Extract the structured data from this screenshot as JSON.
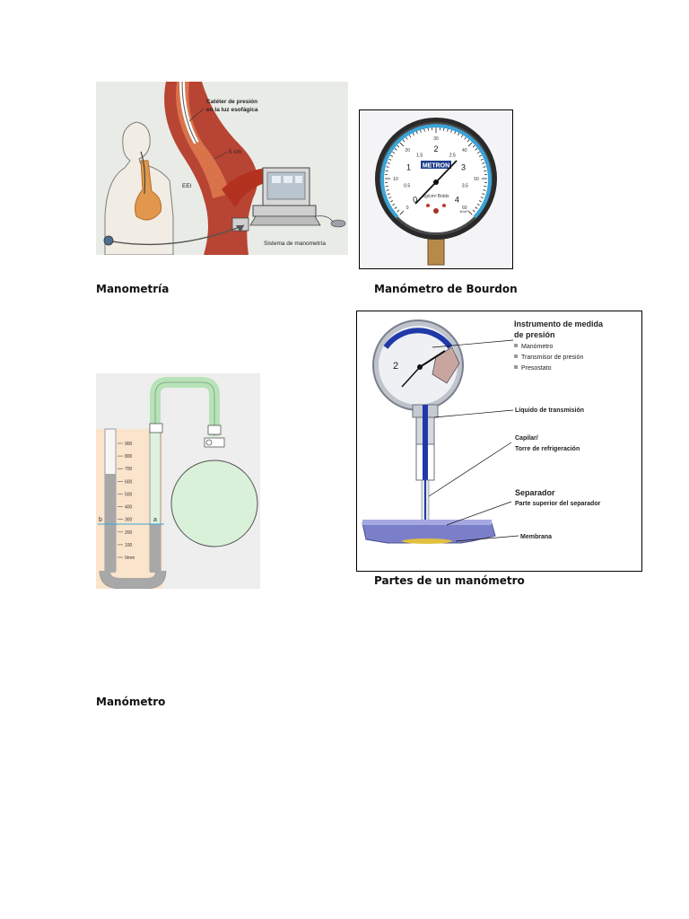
{
  "captions": {
    "fig1": "Manometría",
    "fig2": "Manómetro de Bourdon",
    "fig3": "Partes de un manómetro",
    "fig4": "Manómetro"
  },
  "manometria": {
    "label_catheter_1": "Catéter de presión",
    "label_catheter_2": "en la luz esofágica",
    "label_5cm": "5 cm",
    "label_eei": "EEI",
    "label_system": "Sistema de manometría"
  },
  "bourdon": {
    "brand": "METRON",
    "outer_scale": [
      "0",
      "10",
      "20",
      "30",
      "40",
      "50",
      "60"
    ],
    "inner_scale": [
      "0",
      "0.5",
      "1",
      "1.5",
      "2",
      "2.5",
      "3",
      "3.5",
      "4"
    ],
    "subtitle": "kg/cm² Bolds",
    "corner_text": "lb/in²"
  },
  "u_tube": {
    "scale": [
      "500",
      "400",
      "300",
      "200",
      "100",
      "0mm"
    ],
    "scale_detail": [
      "900",
      "800",
      "700",
      "600",
      "500",
      "400",
      "300",
      "200",
      "100",
      "0mm"
    ],
    "marker_left": "b",
    "marker_right": "a"
  },
  "partes": {
    "title_1": "Instrumento de medida",
    "title_2": "de presión",
    "items": [
      "Manómetro",
      "Transmisor de presión",
      "Presostato"
    ],
    "liquido": "Líquido de transmisión",
    "capilar": "Capilar/",
    "torre": "Torre de refrigeración",
    "separador": "Separador",
    "parte_superior": "Parte superior del separador",
    "membrana": "Membrana",
    "dial_number": "2"
  }
}
